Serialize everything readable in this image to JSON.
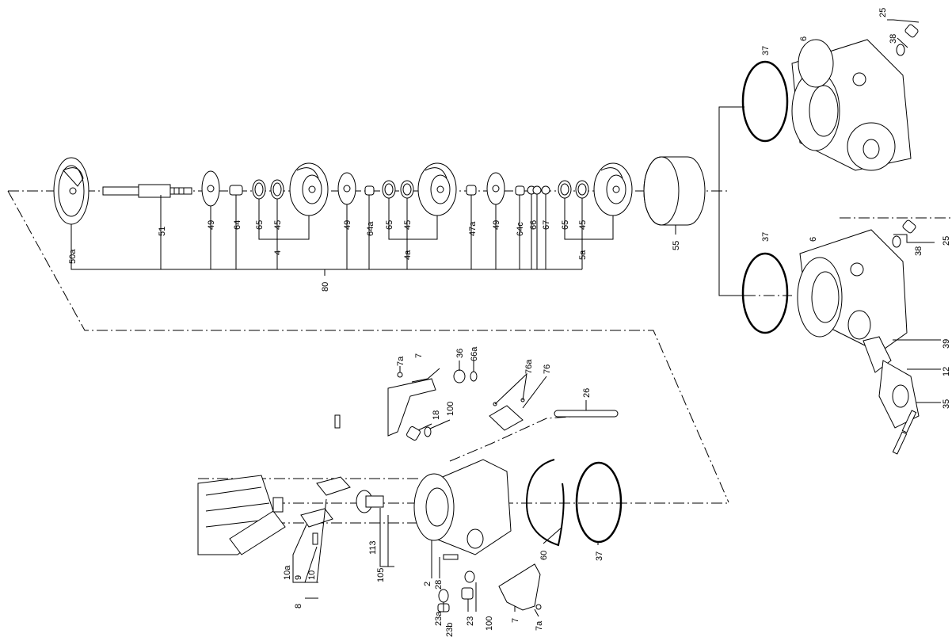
{
  "diagram": {
    "labels": {
      "l50a": "50a",
      "l51": "51",
      "l49a": "49",
      "l64": "64",
      "l65a": "65",
      "l45a": "45",
      "l4": "4",
      "l49b": "49",
      "l64a": "64a",
      "l65b": "65",
      "l45b": "45",
      "l4a": "4a",
      "l47a": "47a",
      "l49c": "49",
      "l64c": "64c",
      "l66": "66",
      "l67": "67",
      "l65c": "65",
      "l45c": "45",
      "l5a": "5a",
      "l55": "55",
      "l80": "80",
      "l37a": "37",
      "l6a": "6",
      "l38a": "38",
      "l25a": "25",
      "l37b": "37",
      "l6b": "6",
      "l38b": "38",
      "l25b": "25",
      "l39": "39",
      "l12": "12",
      "l35": "35",
      "l7a1": "7a",
      "l7b": "7",
      "l36": "36",
      "l66a": "66a",
      "l76a": "76a",
      "l76": "76",
      "l26": "26",
      "l18": "18",
      "l100a": "100",
      "l113": "113",
      "l105": "105",
      "l10a": "10a",
      "l9": "9",
      "l10": "10",
      "l8": "8",
      "l2": "2",
      "l28": "28",
      "l60": "60",
      "l37c": "37",
      "l23a": "23a",
      "l23b": "23b",
      "l23": "23",
      "l100b": "100",
      "l7c": "7",
      "l7a2": "7a"
    }
  }
}
